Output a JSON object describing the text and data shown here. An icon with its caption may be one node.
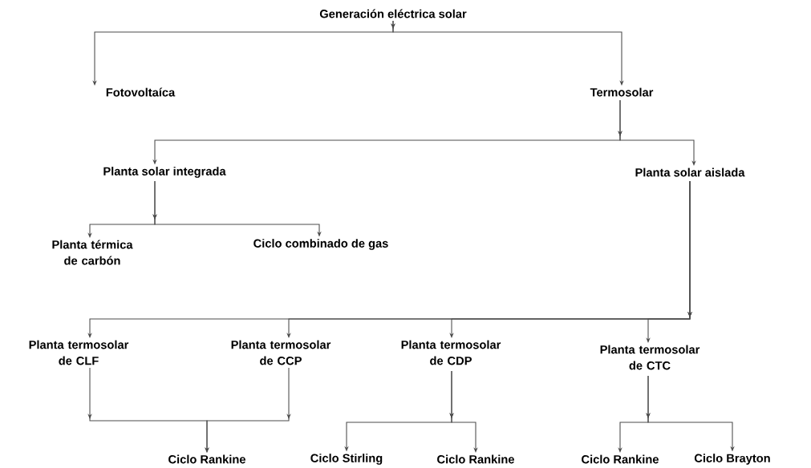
{
  "diagram": {
    "nodes": [
      {
        "text": [
          "Generación eléctrica solar"
        ]
      },
      {
        "text": [
          "Fotovoltaíca"
        ]
      },
      {
        "text": [
          "Termosolar"
        ]
      },
      {
        "text": [
          "Planta solar integrada"
        ]
      },
      {
        "text": [
          "Planta solar aislada"
        ]
      },
      {
        "text": [
          "Planta térmica de carbón"
        ]
      },
      {
        "text": [
          "Ciclo combinado de gas"
        ]
      },
      {
        "text": [
          "Planta termosolar de CLF"
        ]
      },
      {
        "text": [
          "Planta termosolar de CCP"
        ]
      },
      {
        "text": [
          "Planta termosolar de CDP"
        ]
      },
      {
        "text": [
          "Planta termosolar de CTC"
        ]
      },
      {
        "text": [
          "Ciclo Rankine"
        ]
      },
      {
        "text": [
          "Ciclo Stirling"
        ]
      },
      {
        "text": [
          "Ciclo Rankine"
        ]
      },
      {
        "text": [
          "Ciclo Rankine"
        ]
      },
      {
        "text": [
          "Ciclo Brayton"
        ]
      }
    ],
    "edges": [
      {
        "from": 0,
        "to": 1,
        "arrow": "to"
      },
      {
        "from": 0,
        "to": 2,
        "arrow": "to"
      },
      {
        "from": 2,
        "to": 3,
        "arrow": "to"
      },
      {
        "from": 2,
        "to": 4,
        "arrow": "to"
      },
      {
        "from": 3,
        "to": 5,
        "arrow": "to"
      },
      {
        "from": 3,
        "to": 6,
        "arrow": "to"
      },
      {
        "from": 4,
        "to": 7,
        "arrow": "to"
      },
      {
        "from": 4,
        "to": 8,
        "arrow": "to"
      },
      {
        "from": 4,
        "to": 9,
        "arrow": "to"
      },
      {
        "from": 4,
        "to": 10,
        "arrow": "to"
      },
      {
        "from": 7,
        "to": 11,
        "arrow": "to"
      },
      {
        "from": 8,
        "to": 11,
        "arrow": "to"
      },
      {
        "from": 9,
        "to": 12,
        "arrow": "to"
      },
      {
        "from": 9,
        "to": 13,
        "arrow": "to"
      },
      {
        "from": 10,
        "to": 14,
        "arrow": "to"
      },
      {
        "from": 10,
        "to": 15,
        "arrow": "to"
      }
    ]
  }
}
